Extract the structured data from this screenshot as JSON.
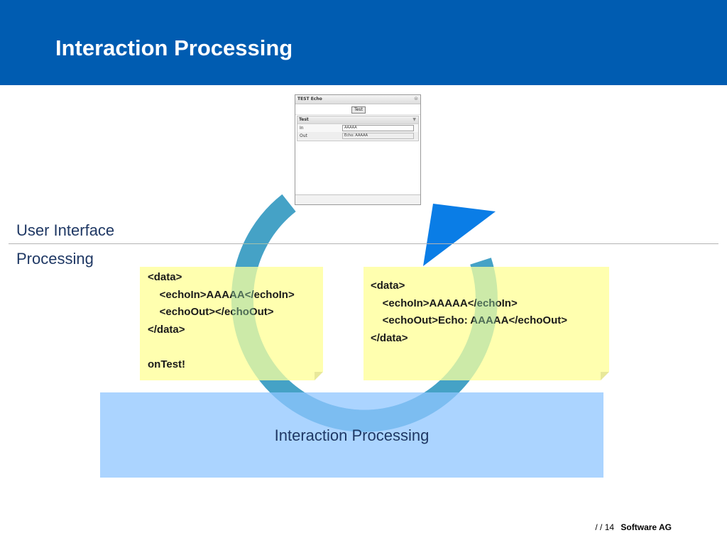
{
  "header": {
    "title": "Interaction Processing"
  },
  "mini_window": {
    "title": "TEST Echo",
    "button_label": "Test",
    "panel_title": "Test",
    "rows": [
      {
        "label": "In",
        "value": "AAAAA"
      },
      {
        "label": "Out",
        "value": "Echo: AAAAA"
      }
    ]
  },
  "layers": {
    "ui": "User Interface",
    "processing": "Processing"
  },
  "notes": {
    "left": "<data>\n    <echoIn>AAAAA</echoIn>\n    <echoOut></echoOut>\n</data>\n\nonTest!",
    "right": "<data>\n    <echoIn>AAAAA</echoIn>\n    <echoOut>Echo: AAAAA</echoOut>\n</data>"
  },
  "band": {
    "label": "Interaction Processing"
  },
  "colors": {
    "header": "#005cb1",
    "arrow": "#0a7de6",
    "note": "#ffffaf",
    "band": "#a8d4ff"
  },
  "footer": {
    "page": "/  / 14",
    "company": "Software AG"
  }
}
